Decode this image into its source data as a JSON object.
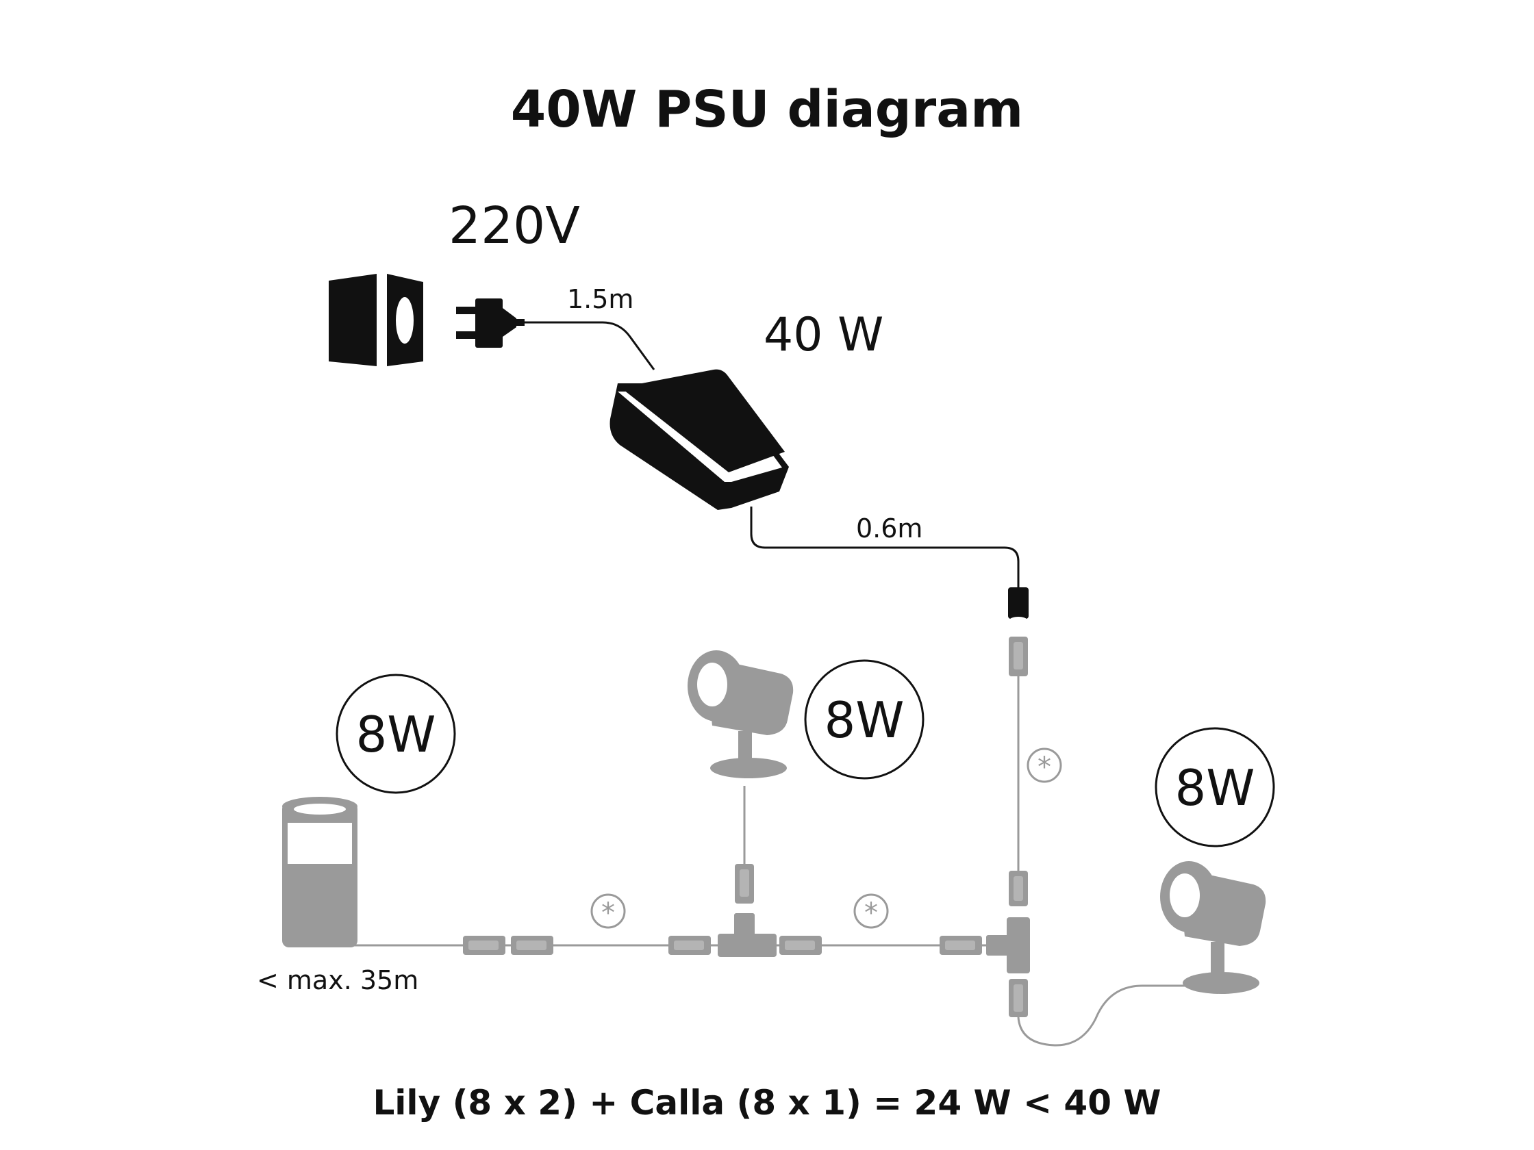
{
  "title": "40W PSU diagram",
  "mains_voltage": "220V",
  "psu_power": "40 W",
  "cable_plug_length": "1.5m",
  "cable_psu_length": "0.6m",
  "max_run": "< max. 35m",
  "lights": [
    {
      "watt": "8W"
    },
    {
      "watt": "8W"
    },
    {
      "watt": "8W"
    }
  ],
  "extension_symbol": "*",
  "formula": "Lily (8 x 2) + Calla (8 x 1) = 24 W < 40 W",
  "colors": {
    "black": "#111111",
    "gray": "#9a9a9a",
    "background": "#ffffff"
  }
}
